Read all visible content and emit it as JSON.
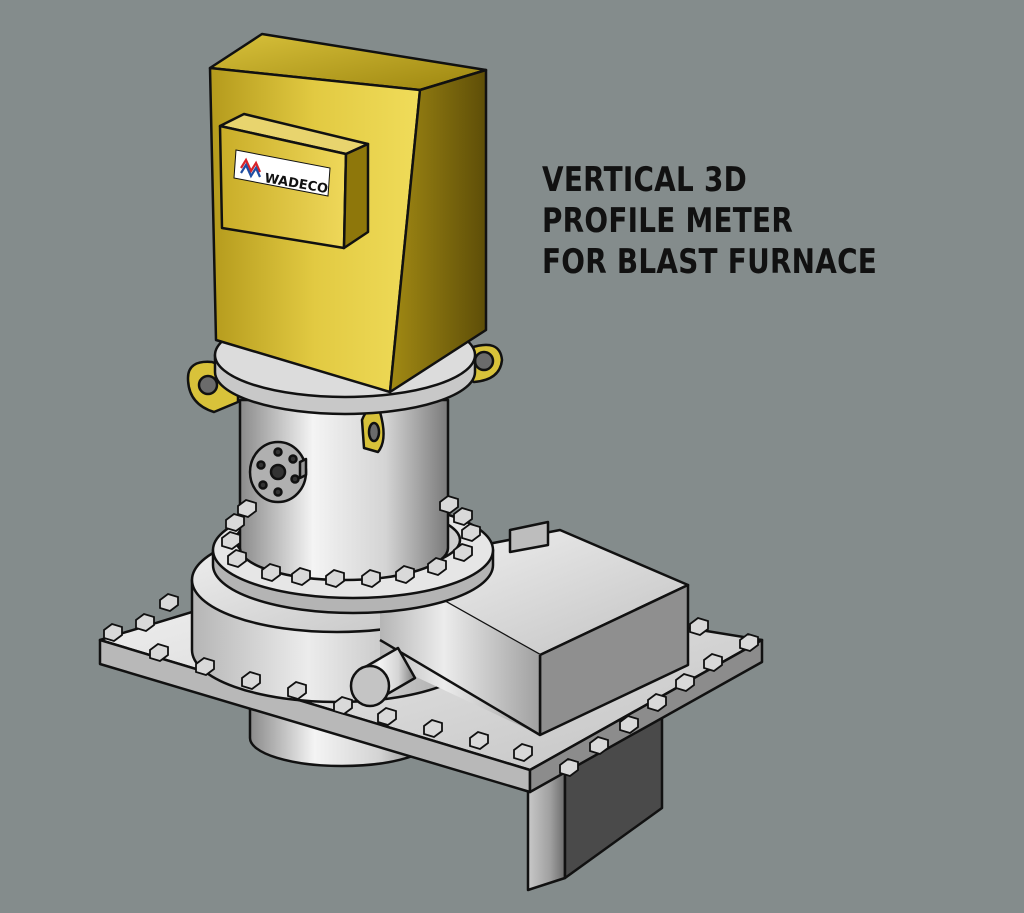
{
  "title_lines": [
    "VERTICAL 3D",
    "PROFILE METER",
    "FOR BLAST FURNACE"
  ],
  "brand": {
    "name": "WADECO",
    "colors": {
      "red": "#d8232a",
      "blue": "#1f4ea3"
    }
  },
  "colors": {
    "background": "#848c8c",
    "housing": "#d8c23a",
    "metal": "#d0d0d0",
    "outline": "#111111"
  },
  "icons": [
    "wadeco-logo-icon"
  ]
}
